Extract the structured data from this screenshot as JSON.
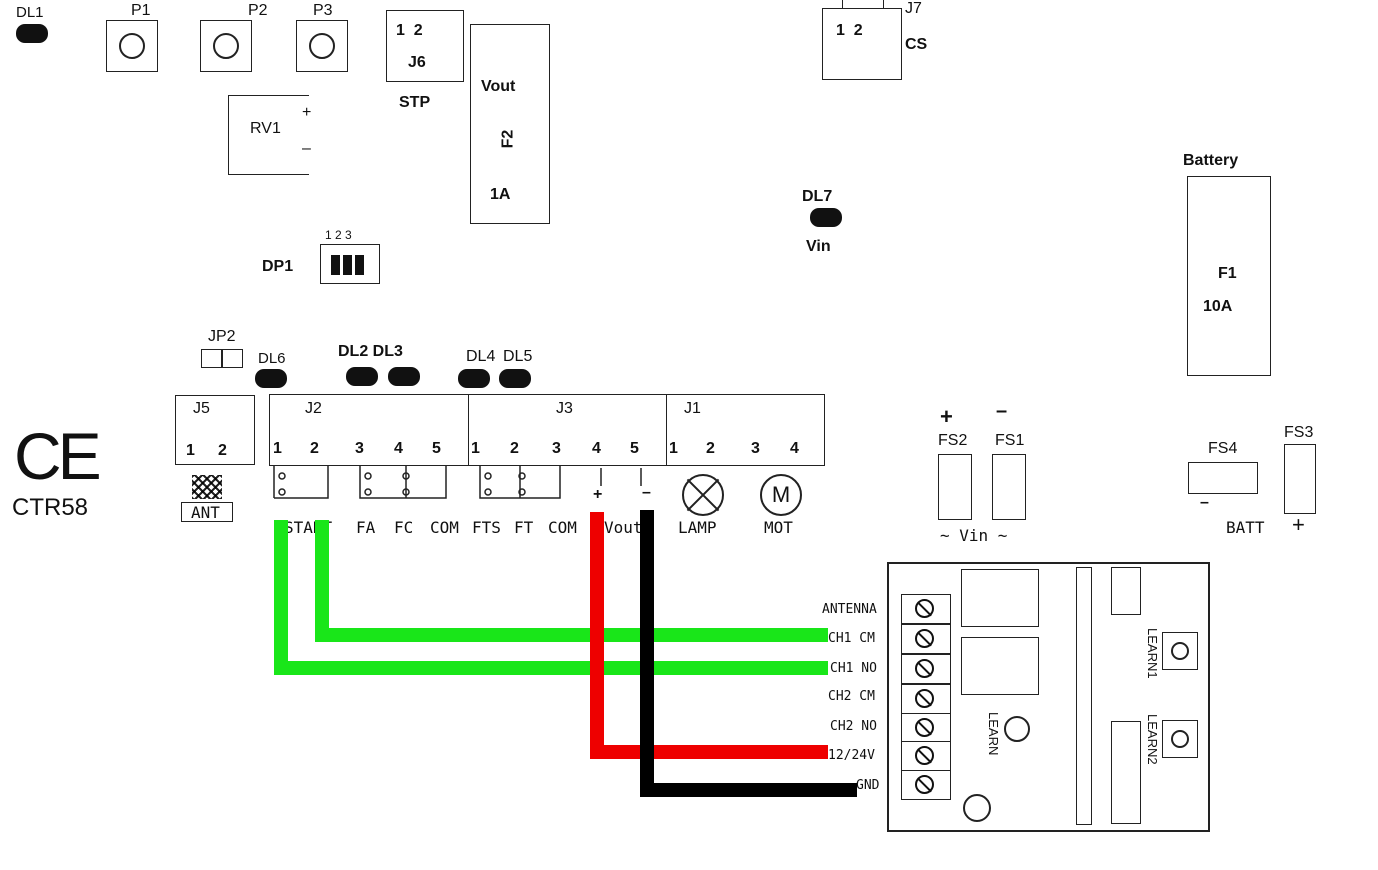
{
  "board": {
    "model": "CTR58",
    "ce_mark": "CE",
    "leds": {
      "dl1": "DL1",
      "dl6": "DL6",
      "dl2_dl3": "DL2 DL3",
      "dl4": "DL4",
      "dl5": "DL5",
      "dl7": "DL7",
      "dl7_sub": "Vin"
    },
    "buttons": {
      "p1": "P1",
      "p2": "P2",
      "p3": "P3"
    },
    "trimmer": {
      "name": "RV1",
      "plus": "+",
      "minus": "–"
    },
    "j6": {
      "pins": "1  2",
      "name": "J6",
      "sub": "STP"
    },
    "j7": {
      "pins": "1  2",
      "name": "J7",
      "sub": "CS"
    },
    "f2": {
      "top": "Vout",
      "name": "F2",
      "rating": "1A"
    },
    "f1": {
      "top": "Battery",
      "name": "F1",
      "rating": "10A"
    },
    "dp1": {
      "name": "DP1",
      "pins": "1 2 3"
    },
    "jp2": "JP2",
    "j5": {
      "name": "J5",
      "pins": [
        "1",
        "2"
      ],
      "bottom": "ANT"
    },
    "j2": {
      "name": "J2",
      "pins": [
        "1",
        "2",
        "3",
        "4",
        "5"
      ],
      "bottom": [
        "START",
        "FA",
        "FC",
        "COM"
      ]
    },
    "j3": {
      "name": "J3",
      "pins": [
        "1",
        "2",
        "3",
        "4",
        "5"
      ],
      "bottom": [
        "FTS",
        "FT",
        "COM",
        "Vout"
      ],
      "plus": "+",
      "minus": "–"
    },
    "j1": {
      "name": "J1",
      "pins": [
        "1",
        "2",
        "3",
        "4"
      ],
      "bottom": [
        "LAMP",
        "MOT"
      ],
      "mot": "M"
    },
    "fuses": {
      "fs2": "FS2",
      "fs1": "FS1",
      "fs4": "FS4",
      "fs3": "FS3",
      "plus": "+",
      "minus": "–",
      "vin": "~ Vin ~",
      "batt": "BATT",
      "fs4_minus": "–",
      "fs3_plus": "+"
    }
  },
  "receiver": {
    "terminals": [
      "ANTENNA",
      "CH1 CM",
      "CH1 NO",
      "CH2 CM",
      "CH2 NO",
      "12/24V",
      "GND"
    ],
    "learn": "LEARN",
    "learn1": "LEARN1",
    "learn2": "LEARN2"
  },
  "colors": {
    "green": "#19e619",
    "red": "#ee0000",
    "black": "#000000"
  }
}
